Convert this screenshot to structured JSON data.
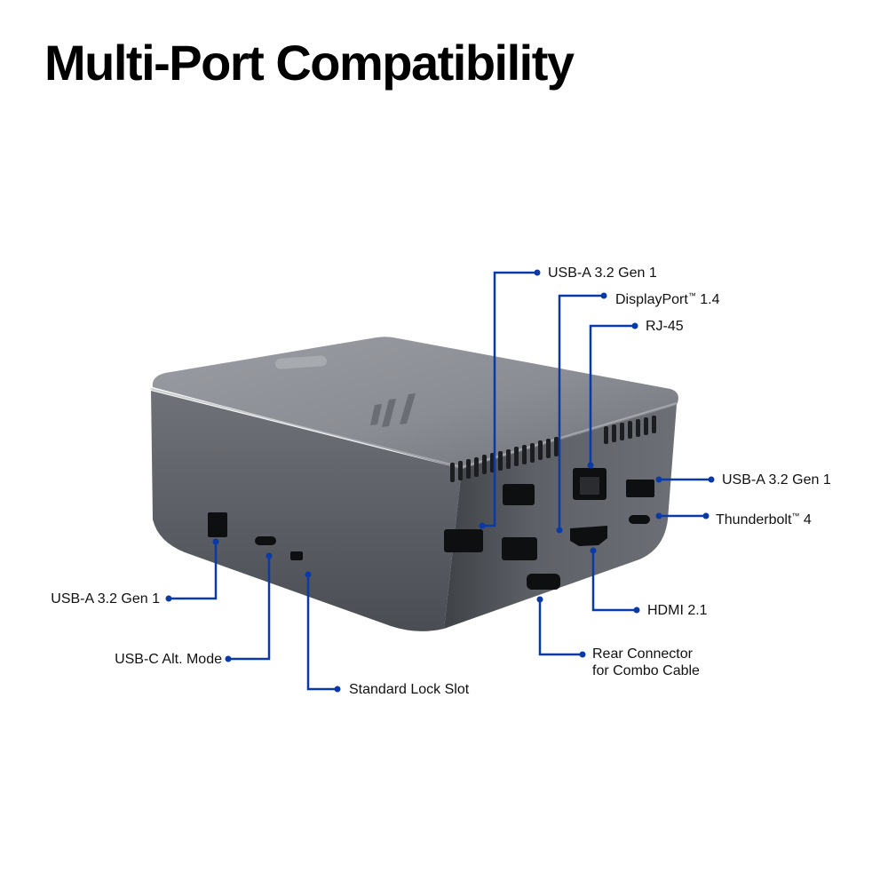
{
  "title": "Multi-Port Compatibility",
  "colors": {
    "callout_line": "#0a3aa8",
    "device_top": "#8e9197",
    "device_body": "#5c5f65",
    "background": "#ffffff"
  },
  "logo": {
    "icon": "hp-logo-icon"
  },
  "callouts": [
    {
      "id": "rear-usb-a-top",
      "text": "USB-A 3.2 Gen 1"
    },
    {
      "id": "displayport",
      "text": "DisplayPort",
      "suffix": "™",
      "text2": " 1.4"
    },
    {
      "id": "rj45",
      "text": "RJ-45"
    },
    {
      "id": "rear-usb-a-right",
      "text": "USB-A 3.2 Gen 1"
    },
    {
      "id": "thunderbolt",
      "text": "Thunderbolt",
      "suffix": "™",
      "text2": " 4"
    },
    {
      "id": "hdmi",
      "text": "HDMI 2.1"
    },
    {
      "id": "rear-connector",
      "line1": "Rear Connector",
      "line2": "for Combo Cable"
    },
    {
      "id": "side-usb-a",
      "text": "USB-A 3.2 Gen 1"
    },
    {
      "id": "usb-c",
      "text": "USB-C Alt. Mode"
    },
    {
      "id": "lock-slot",
      "text": "Standard Lock Slot"
    }
  ]
}
